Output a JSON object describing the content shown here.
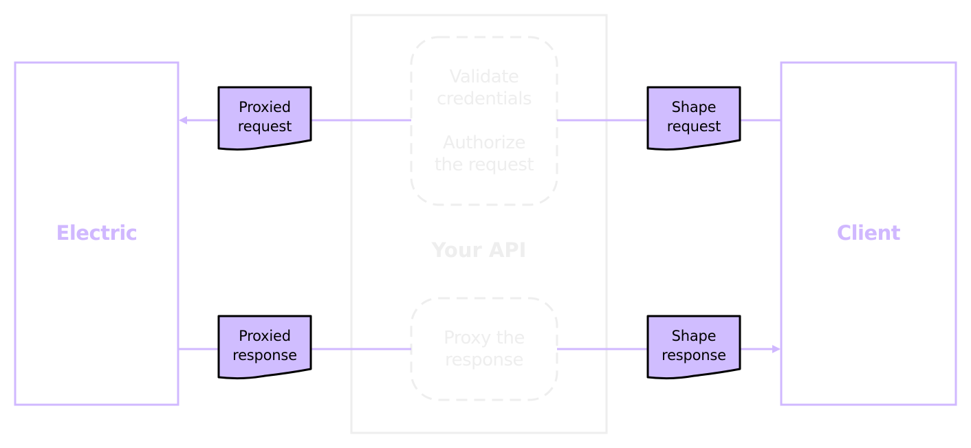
{
  "diagram": {
    "electric": {
      "label": "Electric"
    },
    "client": {
      "label": "Client"
    },
    "api": {
      "label": "Your API",
      "validate_line1": "Validate",
      "validate_line2": "credentials",
      "authorize_line1": "Authorize",
      "authorize_line2": "the request",
      "proxy_line1": "Proxy the",
      "proxy_line2": "response"
    },
    "documents": {
      "proxied_request": {
        "line1": "Proxied",
        "line2": "request"
      },
      "proxied_response": {
        "line1": "Proxied",
        "line2": "response"
      },
      "shape_request": {
        "line1": "Shape",
        "line2": "request"
      },
      "shape_response": {
        "line1": "Shape",
        "line2": "response"
      }
    },
    "colors": {
      "accent_stroke": "#d0b8ff",
      "document_fill": "#d0bdff",
      "document_stroke": "#000000",
      "api_stroke": "#eeeeee",
      "text_dark": "#000000"
    }
  }
}
